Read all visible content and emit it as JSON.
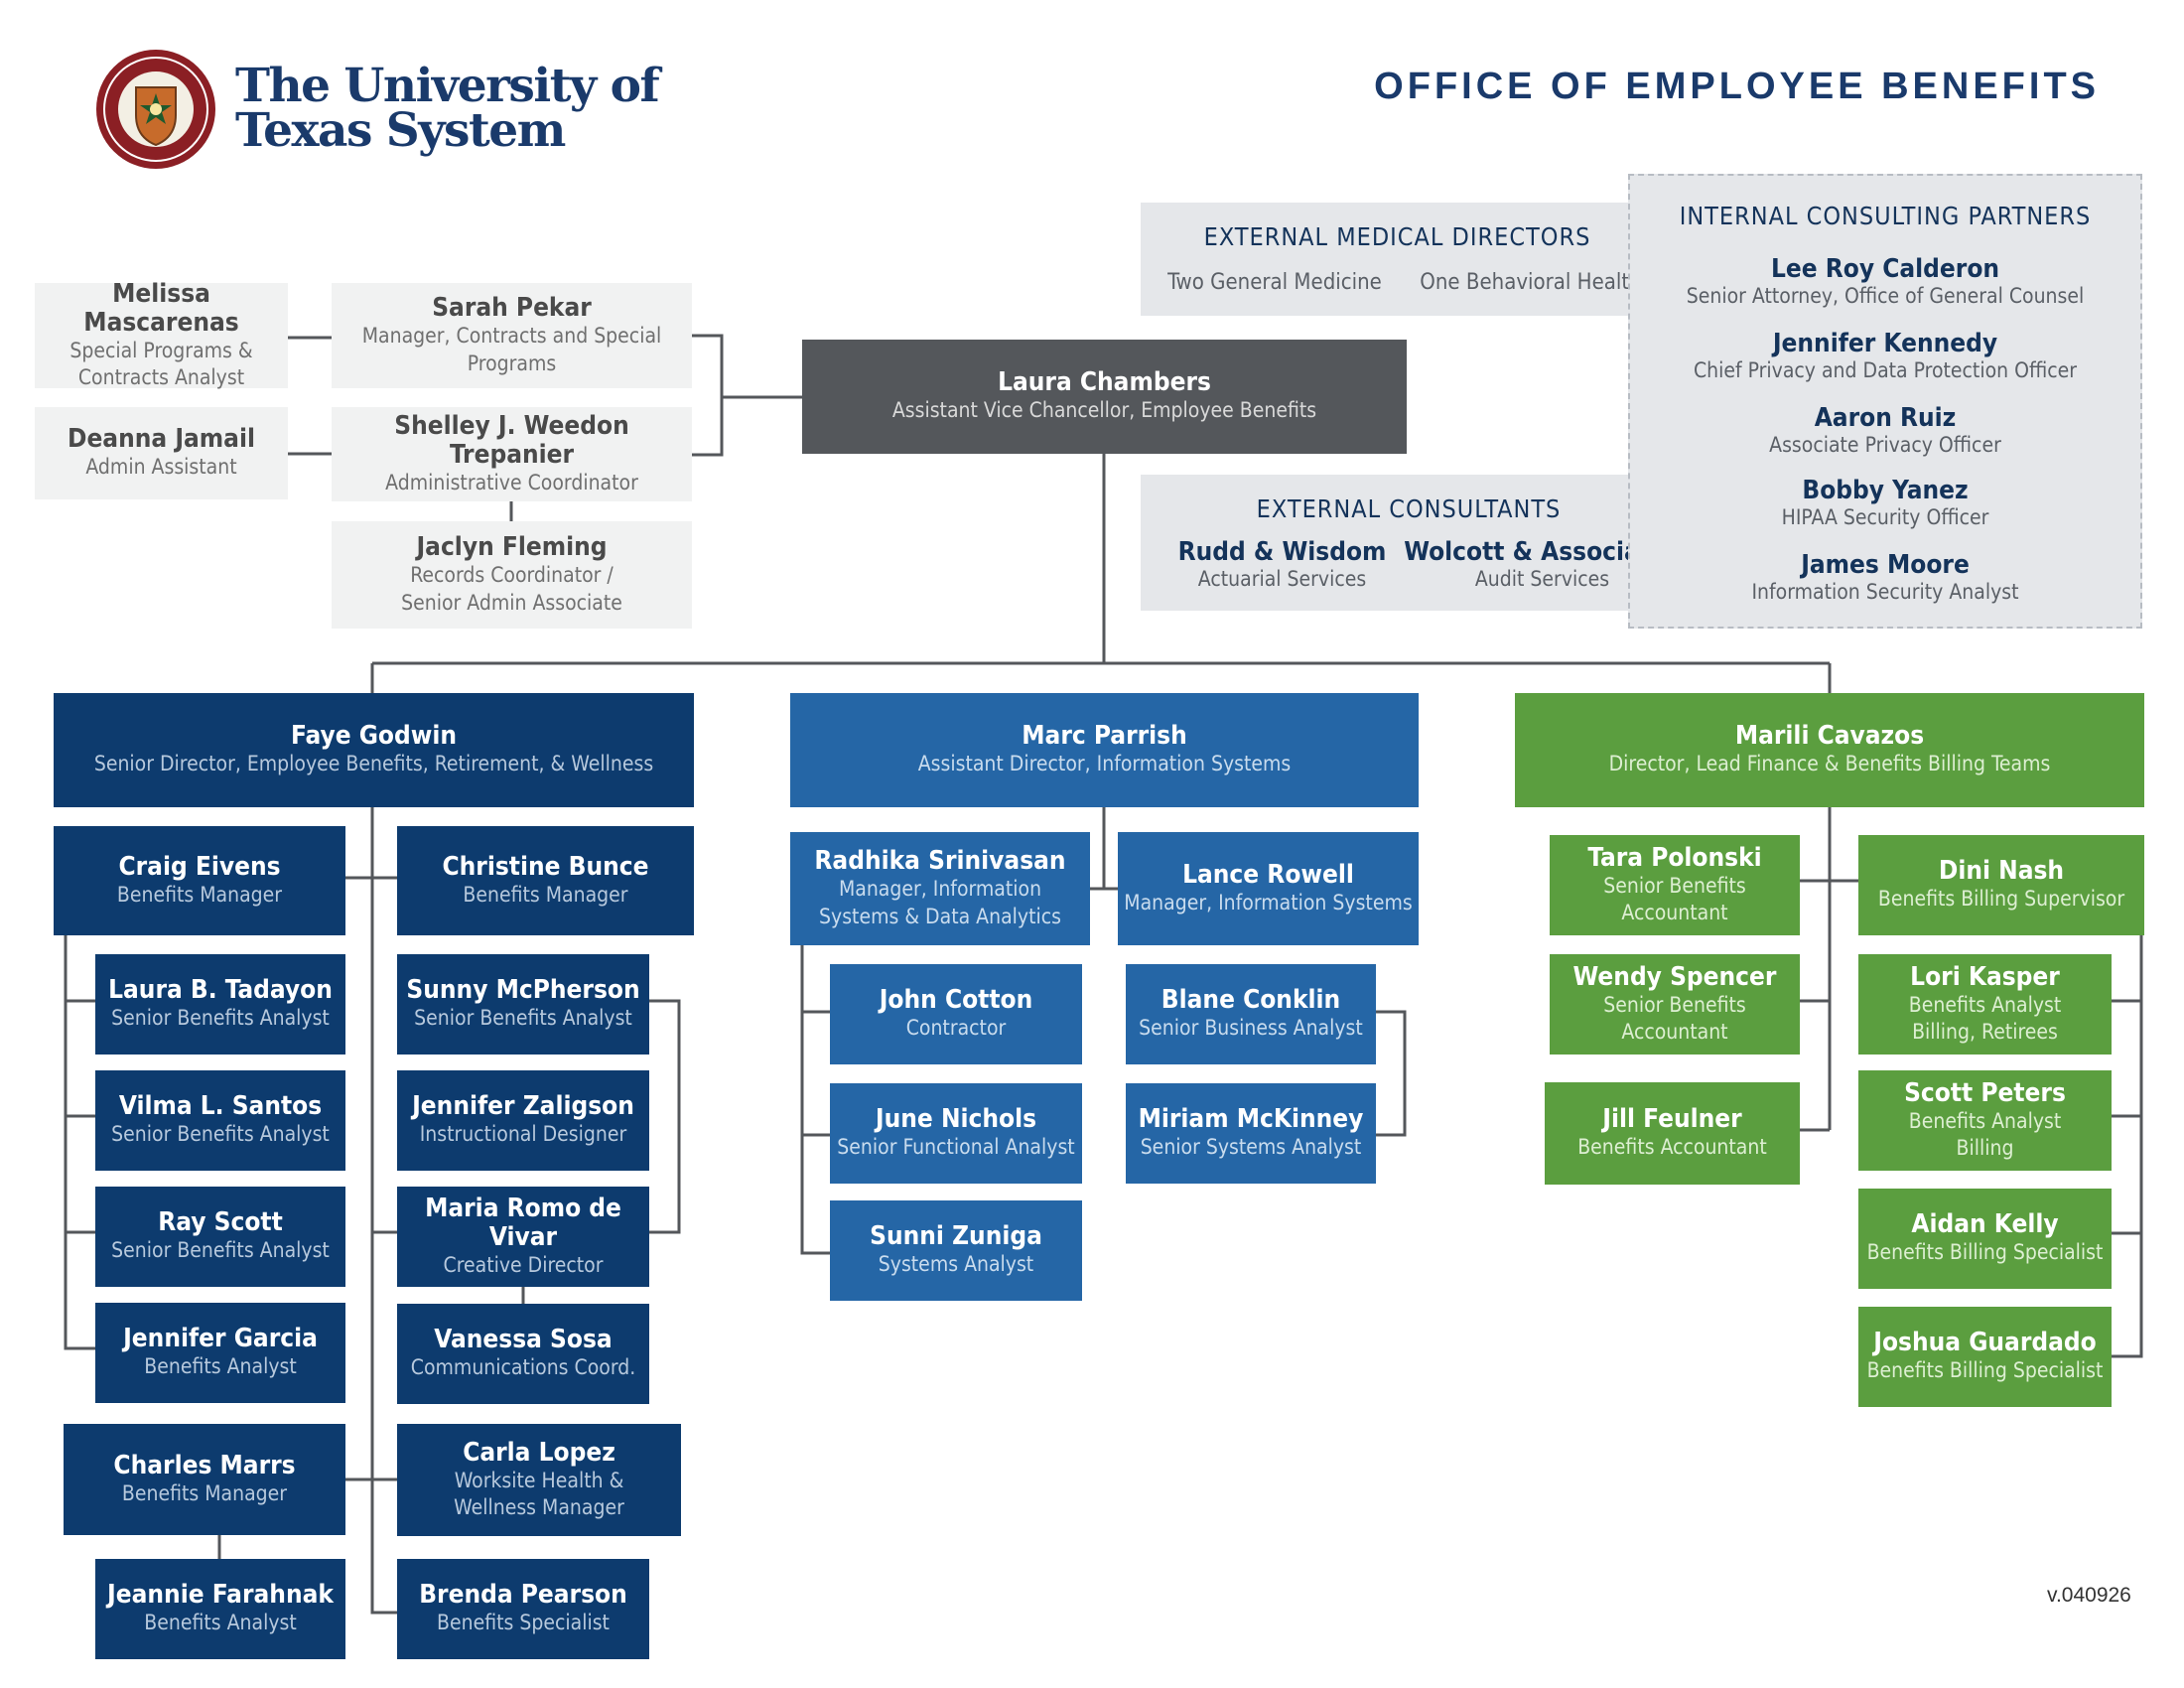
{
  "header": {
    "logo_line1": "The University of",
    "logo_line2": "Texas System",
    "page_title": "OFFICE OF EMPLOYEE BENEFITS"
  },
  "version": "v.040926",
  "medical_directors": {
    "heading": "EXTERNAL MEDICAL DIRECTORS",
    "items": [
      "Two General Medicine",
      "One Behavioral Health"
    ]
  },
  "consultants": {
    "heading": "EXTERNAL CONSULTANTS",
    "items": [
      {
        "name": "Rudd & Wisdom",
        "title": "Actuarial Services"
      },
      {
        "name": "Wolcott & Associates",
        "title": "Audit Services"
      }
    ]
  },
  "internal_partners": {
    "heading": "INTERNAL CONSULTING PARTNERS",
    "people": [
      {
        "name": "Lee Roy Calderon",
        "title": "Senior Attorney, Office of General Counsel"
      },
      {
        "name": "Jennifer Kennedy",
        "title": "Chief Privacy and Data Protection Officer"
      },
      {
        "name": "Aaron Ruiz",
        "title": "Associate Privacy Officer"
      },
      {
        "name": "Bobby Yanez",
        "title": "HIPAA Security Officer"
      },
      {
        "name": "James Moore",
        "title": "Information Security Analyst"
      }
    ]
  },
  "people": {
    "chambers": {
      "name": "Laura Chambers",
      "title": "Assistant Vice Chancellor, Employee Benefits"
    },
    "mascarenas": {
      "name": "Melissa Mascarenas",
      "title": "Special Programs & Contracts Analyst"
    },
    "pekar": {
      "name": "Sarah Pekar",
      "title": "Manager, Contracts and Special Programs"
    },
    "jamail": {
      "name": "Deanna Jamail",
      "title": "Admin Assistant"
    },
    "trepanier": {
      "name": "Shelley J. Weedon Trepanier",
      "title": "Administrative Coordinator"
    },
    "fleming": {
      "name": "Jaclyn Fleming",
      "title": "Records Coordinator / Senior Admin Associate"
    },
    "godwin": {
      "name": "Faye Godwin",
      "title": "Senior Director, Employee Benefits, Retirement, & Wellness"
    },
    "parrish": {
      "name": "Marc Parrish",
      "title": "Assistant Director, Information Systems"
    },
    "cavazos": {
      "name": "Marili Cavazos",
      "title": "Director, Lead Finance & Benefits Billing Teams"
    },
    "eivens": {
      "name": "Craig Eivens",
      "title": "Benefits Manager"
    },
    "bunce": {
      "name": "Christine Bunce",
      "title": "Benefits Manager"
    },
    "tadayon": {
      "name": "Laura B. Tadayon",
      "title": "Senior Benefits Analyst"
    },
    "santos": {
      "name": "Vilma L. Santos",
      "title": "Senior Benefits Analyst"
    },
    "scott": {
      "name": "Ray Scott",
      "title": "Senior Benefits Analyst"
    },
    "garcia": {
      "name": "Jennifer Garcia",
      "title": "Benefits Analyst"
    },
    "mcpherson": {
      "name": "Sunny McPherson",
      "title": "Senior Benefits Analyst"
    },
    "zaligson": {
      "name": "Jennifer Zaligson",
      "title": "Instructional Designer"
    },
    "romo": {
      "name": "Maria Romo de Vivar",
      "title": "Creative Director"
    },
    "sosa": {
      "name": "Vanessa Sosa",
      "title": "Communications Coord."
    },
    "marrs": {
      "name": "Charles Marrs",
      "title": "Benefits Manager"
    },
    "farahnak": {
      "name": "Jeannie Farahnak",
      "title": "Benefits Analyst"
    },
    "lopez": {
      "name": "Carla Lopez",
      "title": "Worksite Health & Wellness Manager"
    },
    "pearson": {
      "name": "Brenda Pearson",
      "title": "Benefits Specialist"
    },
    "srinivasan": {
      "name": "Radhika Srinivasan",
      "title": "Manager, Information Systems & Data Analytics"
    },
    "rowell": {
      "name": "Lance Rowell",
      "title": "Manager, Information Systems"
    },
    "cotton": {
      "name": "John Cotton",
      "title": "Contractor"
    },
    "nichols": {
      "name": "June Nichols",
      "title": "Senior Functional Analyst"
    },
    "zuniga": {
      "name": "Sunni Zuniga",
      "title": "Systems Analyst"
    },
    "conklin": {
      "name": "Blane Conklin",
      "title": "Senior Business Analyst"
    },
    "mckinney": {
      "name": "Miriam McKinney",
      "title": "Senior Systems Analyst"
    },
    "polonski": {
      "name": "Tara Polonski",
      "title": "Senior Benefits Accountant"
    },
    "spencer": {
      "name": "Wendy Spencer",
      "title": "Senior Benefits Accountant"
    },
    "feulner": {
      "name": "Jill Feulner",
      "title": "Benefits Accountant"
    },
    "nash": {
      "name": "Dini Nash",
      "title": "Benefits Billing Supervisor"
    },
    "kasper": {
      "name": "Lori Kasper",
      "title": "Benefits Analyst Billing, Retirees"
    },
    "peters": {
      "name": "Scott Peters",
      "title": "Benefits Analyst Billing"
    },
    "kelly": {
      "name": "Aidan Kelly",
      "title": "Benefits Billing Specialist"
    },
    "guardado": {
      "name": "Joshua Guardado",
      "title": "Benefits Billing Specialist"
    }
  },
  "colors": {
    "navy": "#0d3b6e",
    "blue": "#2566a6",
    "green": "#5b9e3f",
    "dark_gray": "#54575b",
    "light_gray": "#f1f2f2",
    "panel_gray": "#e5e7ea",
    "title_blue": "#1a3a6b"
  }
}
